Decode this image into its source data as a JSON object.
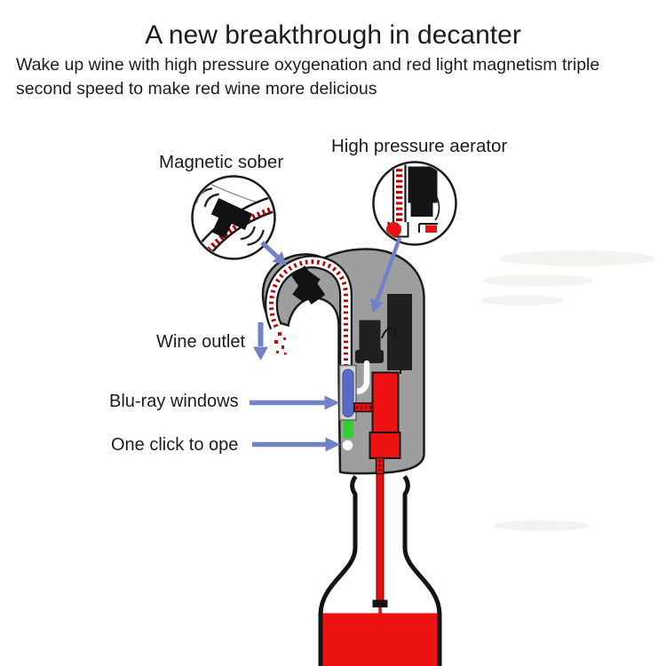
{
  "header": {
    "title": "A new breakthrough in decanter",
    "subtitle_line1": "Wake up wine with high pressure oxygenation and red light magnetism triple",
    "subtitle_line2": "second speed to make red wine more delicious"
  },
  "callouts": {
    "magnetic_sober": {
      "label": "Magnetic sober"
    },
    "high_pressure_aerator": {
      "label": "High pressure aerator"
    },
    "wine_outlet": {
      "label": "Wine outlet"
    },
    "blu_ray_windows": {
      "label": "Blu-ray windows"
    },
    "one_click": {
      "label": "One click to ope"
    }
  },
  "colors": {
    "background": "#ffffff",
    "text": "#1d1d1d",
    "arrow_blue": "#7282c8",
    "device_gray": "#9e9e9e",
    "outline_black": "#1b1b1b",
    "wine_red": "#ee1111",
    "tube_dot_red": "#b50000",
    "bluray_window_blue": "#5a6bc5",
    "indicator_green": "#2cd32c",
    "component_black": "#1f1f1f"
  }
}
